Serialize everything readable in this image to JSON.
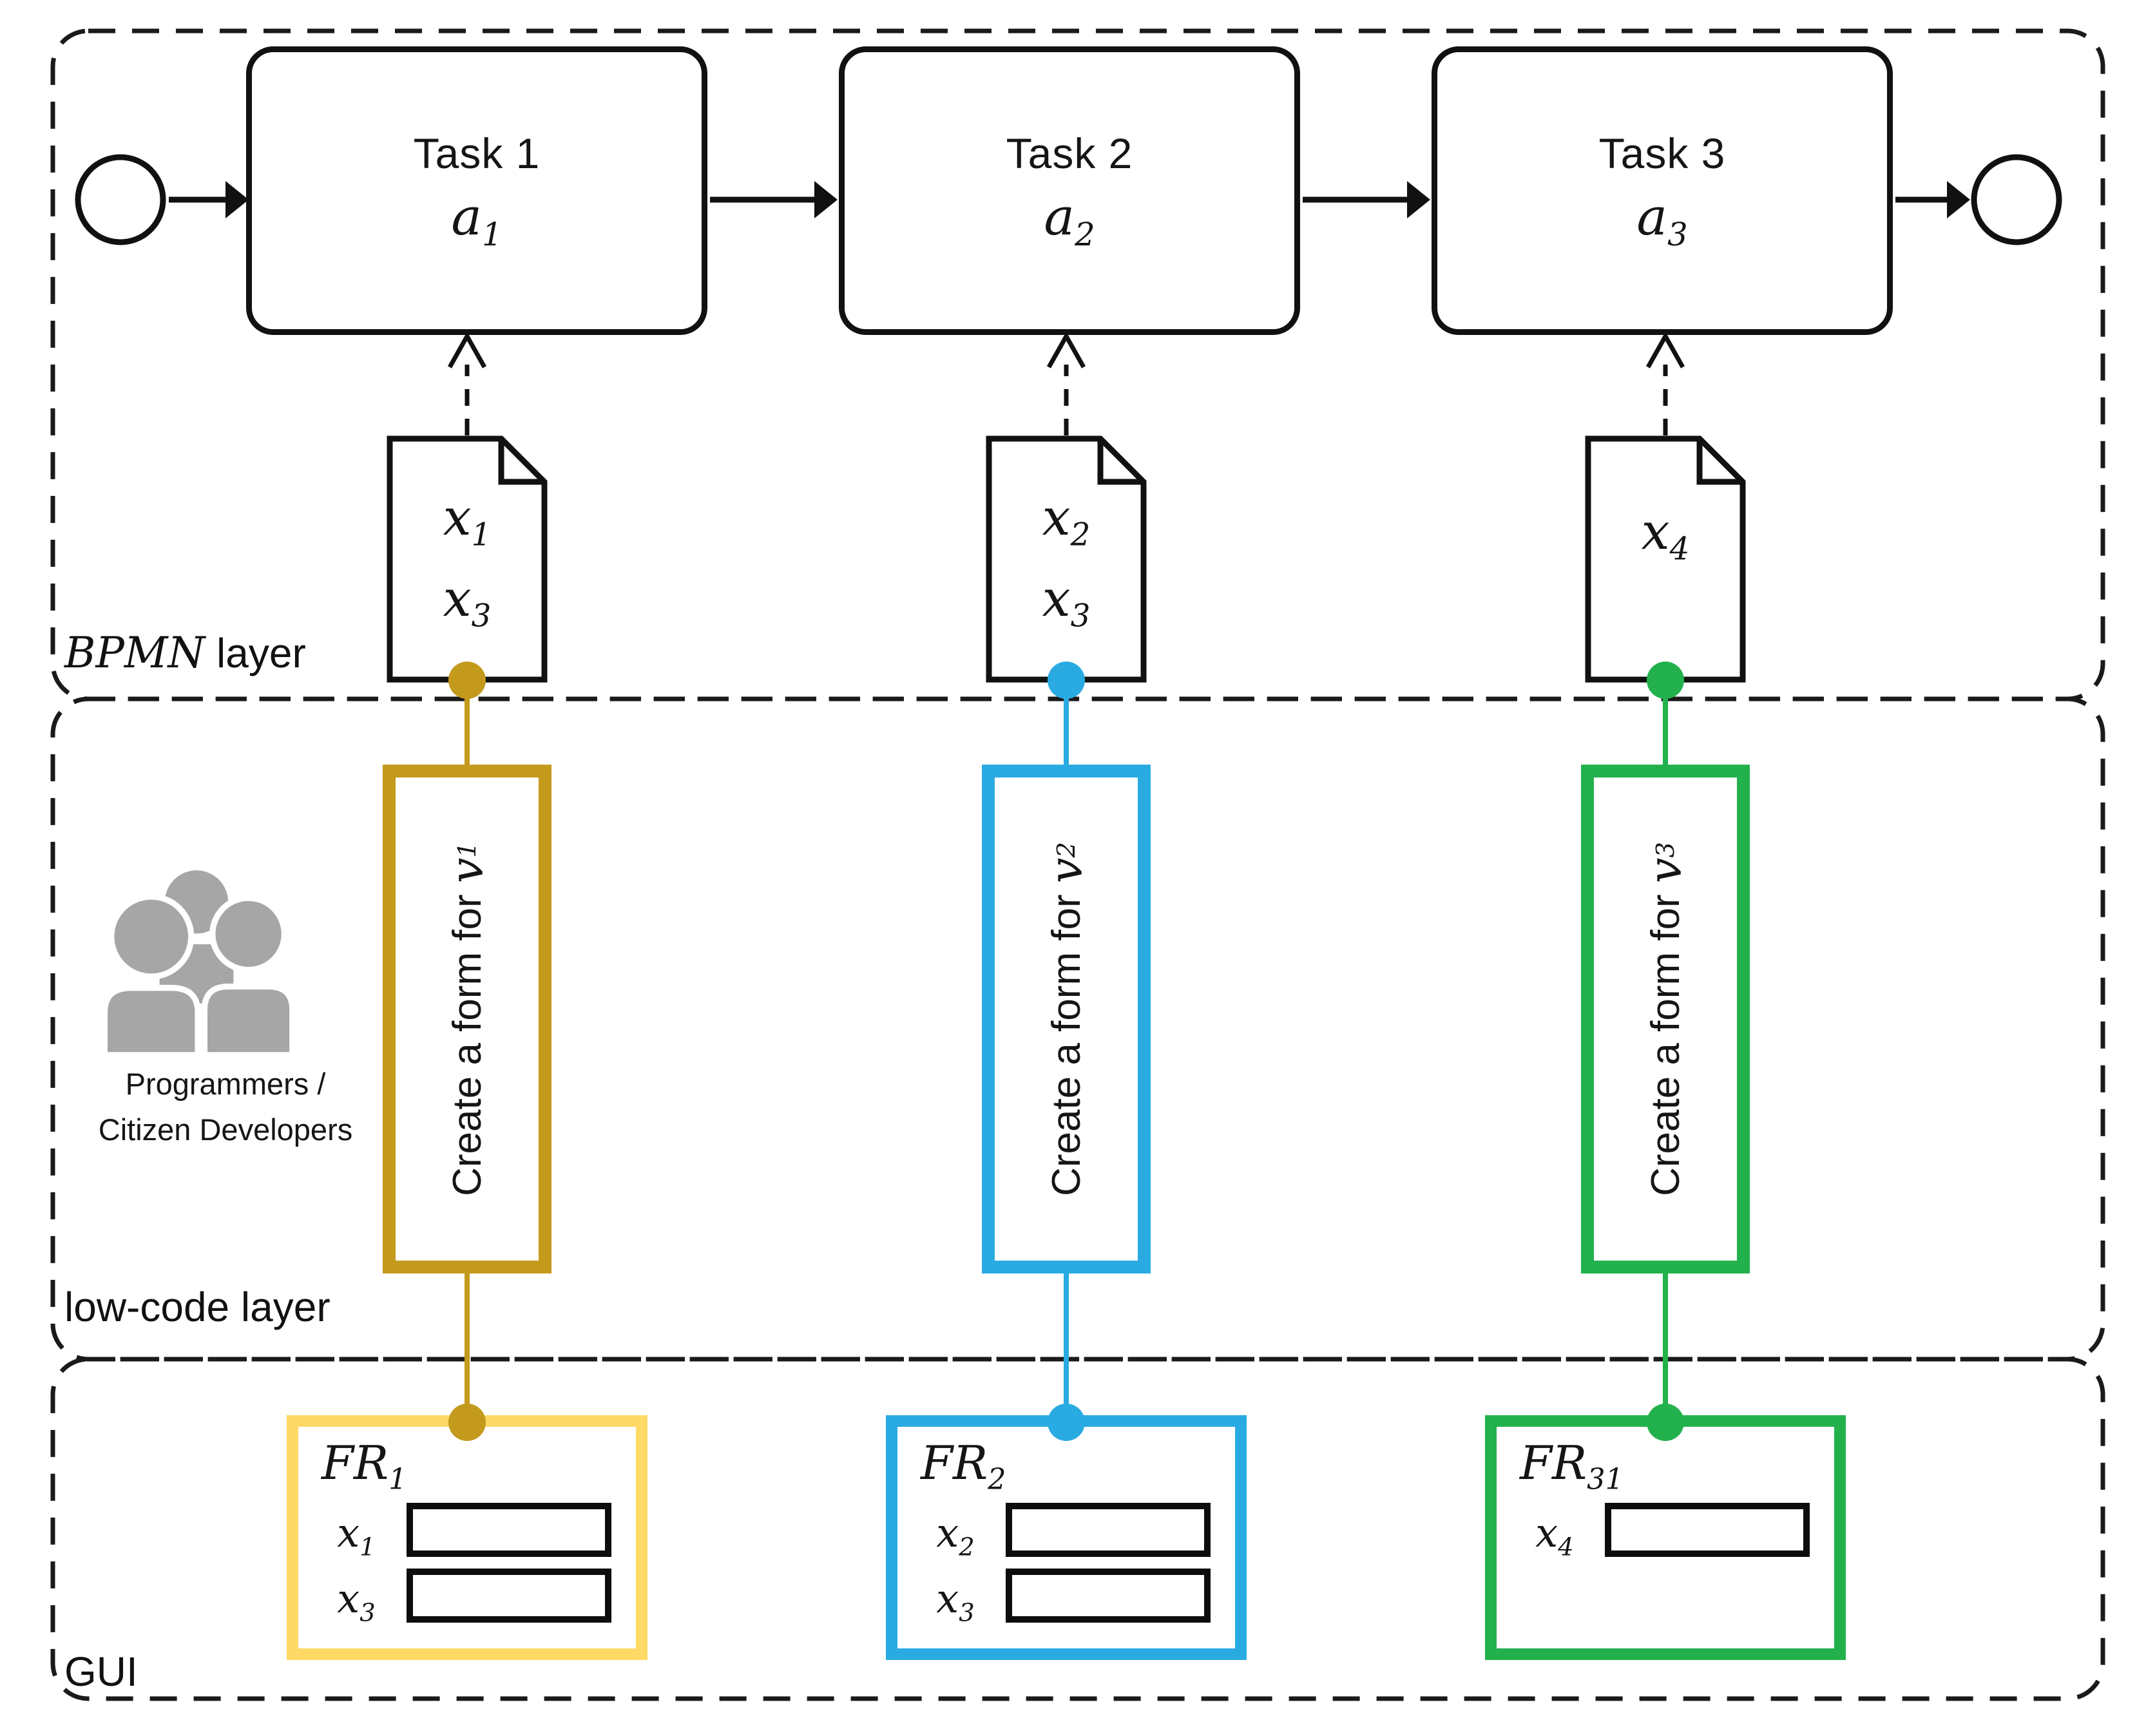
{
  "layers": {
    "bpmn": {
      "label_italic": "BPMN",
      "label_rest": " layer"
    },
    "lowcode": {
      "label": "low-code layer"
    },
    "gui": {
      "label": "GUI"
    }
  },
  "process": {
    "tasks": [
      {
        "title": "Task 1",
        "var": "a",
        "sub": "1"
      },
      {
        "title": "Task 2",
        "var": "a",
        "sub": "2"
      },
      {
        "title": "Task 3",
        "var": "a",
        "sub": "3"
      }
    ],
    "data_objects": [
      {
        "vars": [
          {
            "name": "x",
            "sub": "1"
          },
          {
            "name": "x",
            "sub": "3"
          }
        ]
      },
      {
        "vars": [
          {
            "name": "x",
            "sub": "2"
          },
          {
            "name": "x",
            "sub": "3"
          }
        ]
      },
      {
        "vars": [
          {
            "name": "x",
            "sub": "4"
          }
        ]
      }
    ]
  },
  "lowcode": {
    "actors": {
      "line1": "Programmers /",
      "line2": "Citizen Developers"
    },
    "tasks": [
      {
        "text": "Create a form for ",
        "var": "v",
        "sub": "1",
        "color": "#C49A1C"
      },
      {
        "text": "Create a form for ",
        "var": "v",
        "sub": "2",
        "color": "#29ABE2"
      },
      {
        "text": "Create a form for ",
        "var": "v",
        "sub": "3",
        "color": "#22B14C"
      }
    ]
  },
  "gui": {
    "forms": [
      {
        "name": "FR",
        "sub": "1",
        "border_color": "#FFD966",
        "accent_color": "#C49A1C",
        "fields": [
          {
            "name": "x",
            "sub": "1"
          },
          {
            "name": "x",
            "sub": "3"
          }
        ]
      },
      {
        "name": "FR",
        "sub": "2",
        "border_color": "#29ABE2",
        "accent_color": "#29ABE2",
        "fields": [
          {
            "name": "x",
            "sub": "2"
          },
          {
            "name": "x",
            "sub": "3"
          }
        ]
      },
      {
        "name": "FR",
        "sub": "31",
        "border_color": "#22B14C",
        "accent_color": "#22B14C",
        "fields": [
          {
            "name": "x",
            "sub": "4"
          }
        ]
      }
    ]
  },
  "colors": {
    "gold": "#C49A1C",
    "light_yellow": "#FFD966",
    "blue": "#29ABE2",
    "green": "#22B14C",
    "people_gray": "#A6A6A6",
    "line_black": "#111111"
  }
}
